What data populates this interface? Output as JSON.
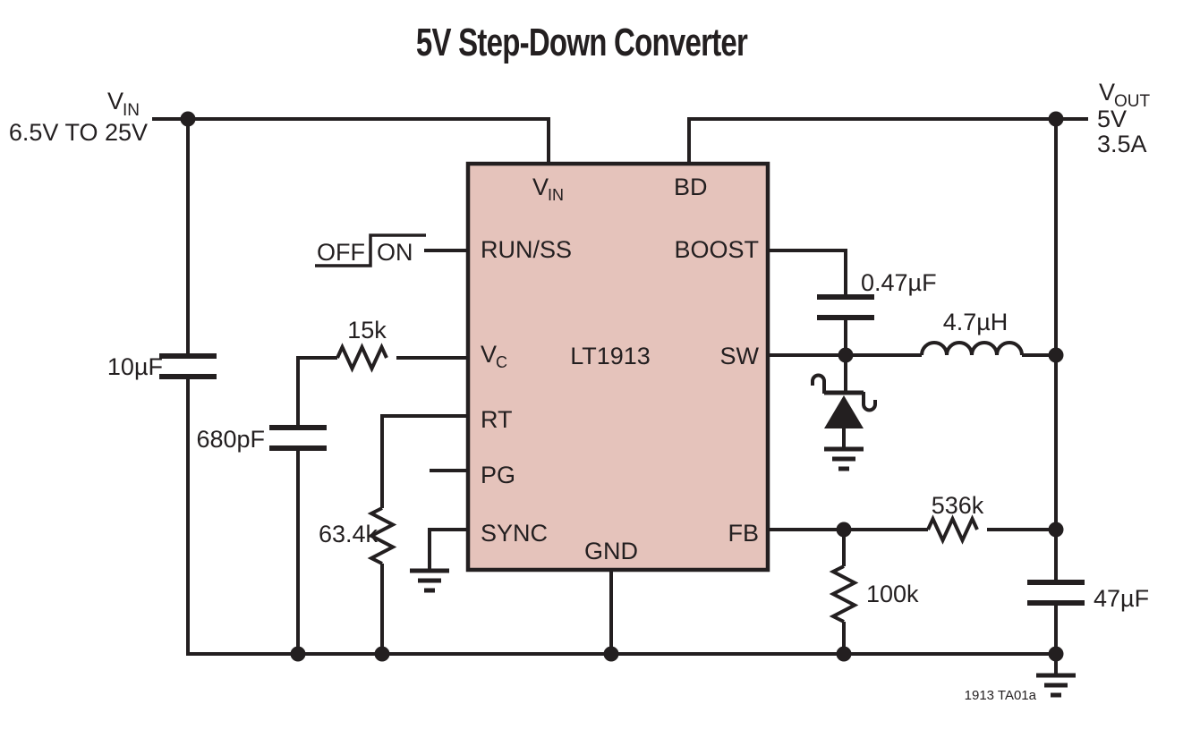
{
  "title": "5V Step-Down Converter",
  "footnote": "1913 TA01a",
  "colors": {
    "ic_fill": "#e5c3bb",
    "line": "#231f20"
  },
  "ic": {
    "part_number": "LT1913",
    "pins": {
      "vin_main": "V",
      "vin_sub": "IN",
      "bd": "BD",
      "run_ss": "RUN/SS",
      "boost": "BOOST",
      "vc_main": "V",
      "vc_sub": "C",
      "sw": "SW",
      "rt": "RT",
      "pg": "PG",
      "sync": "SYNC",
      "fb": "FB",
      "gnd": "GND"
    }
  },
  "input": {
    "label_main": "V",
    "label_sub": "IN",
    "range": "6.5V TO 25V"
  },
  "output": {
    "label_main": "V",
    "label_sub": "OUT",
    "voltage": "5V",
    "current": "3.5A"
  },
  "switch": {
    "off_label": "OFF",
    "on_label": "ON"
  },
  "components": {
    "input_cap": "10µF",
    "vc_cap": "680pF",
    "vc_res": "15k",
    "rt_res": "63.4k",
    "boost_cap": "0.47µF",
    "inductor": "4.7µH",
    "fb_top_res": "536k",
    "fb_bot_res": "100k",
    "out_cap": "47µF"
  }
}
